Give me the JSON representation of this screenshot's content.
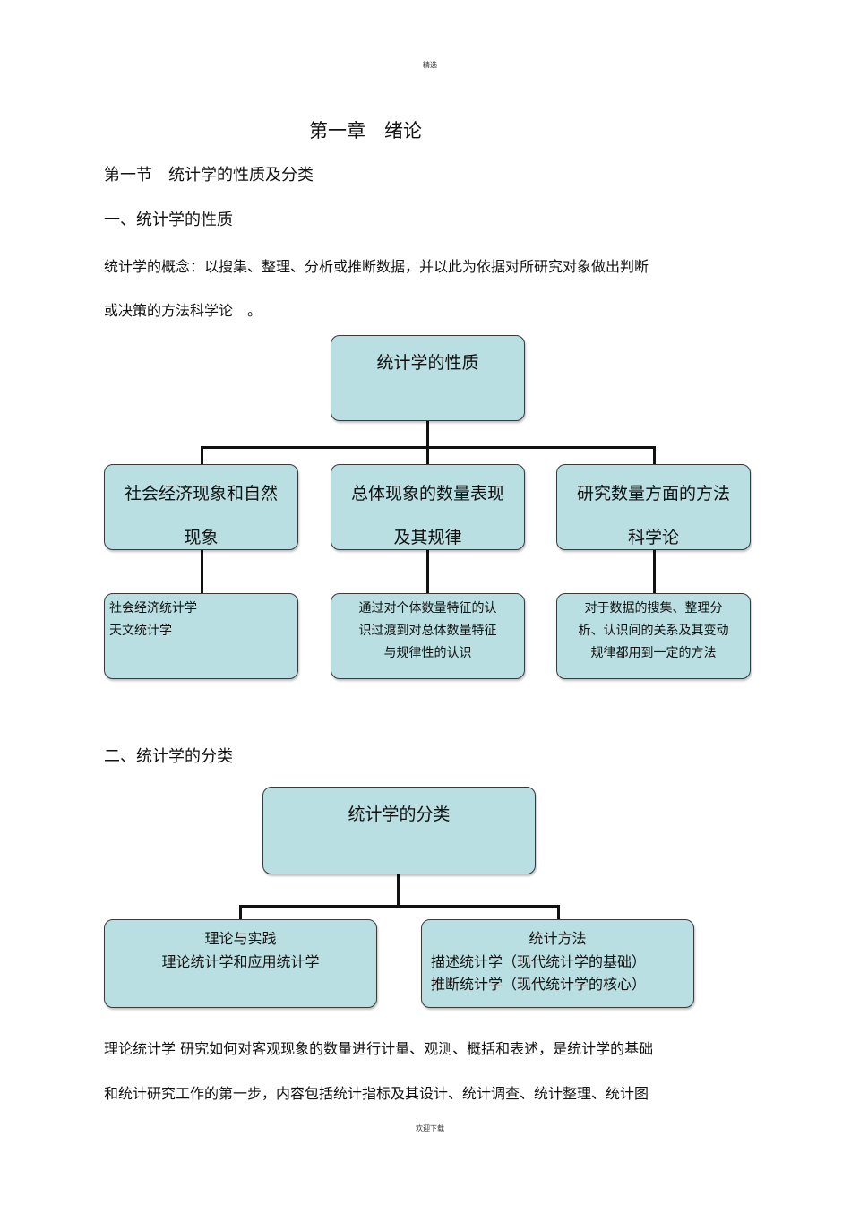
{
  "header": {
    "label": "精选"
  },
  "chapter_title": "第一章　绪论",
  "section_title": "第一节　统计学的性质及分类",
  "part1": {
    "heading": "一、统计学的性质",
    "definition_line1": "统计学的概念：以搜集、整理、分析或推断数据，并以此为依据对所研究对象做出判断",
    "definition_line2": "或决策的方法科学论　。"
  },
  "diagram1": {
    "root": "统计学的性质",
    "children": [
      {
        "line1": "社会经济现象和自然",
        "line2": "现象",
        "detail": [
          "社会经济统计学",
          "天文统计学"
        ]
      },
      {
        "line1": "总体现象的数量表现",
        "line2": "及其规律",
        "detail": [
          "通过对个体数量特征的认",
          "识过渡到对总体数量特征",
          "与规律性的认识"
        ]
      },
      {
        "line1": "研究数量方面的方法",
        "line2": "科学论",
        "detail": [
          "对于数据的搜集、整理分",
          "析、认识间的关系及其变动",
          "规律都用到一定的方法"
        ]
      }
    ]
  },
  "part2": {
    "heading": "二、统计学的分类"
  },
  "diagram2": {
    "root": "统计学的分类",
    "left": {
      "title": "理论与实践",
      "line": "理论统计学和应用统计学"
    },
    "right": {
      "title": "统计方法",
      "line1": "描述统计学（现代统计学的基础）",
      "line2": "推断统计学（现代统计学的核心）"
    }
  },
  "body_text": {
    "line1": "理论统计学 研究如何对客观现象的数量进行计量、观测、概括和表述，是统计学的基础",
    "line2": "和统计研究工作的第一步，内容包括统计指标及其设计、统计调查、统计整理、统计图"
  },
  "footer": {
    "label": "欢迎下载"
  }
}
